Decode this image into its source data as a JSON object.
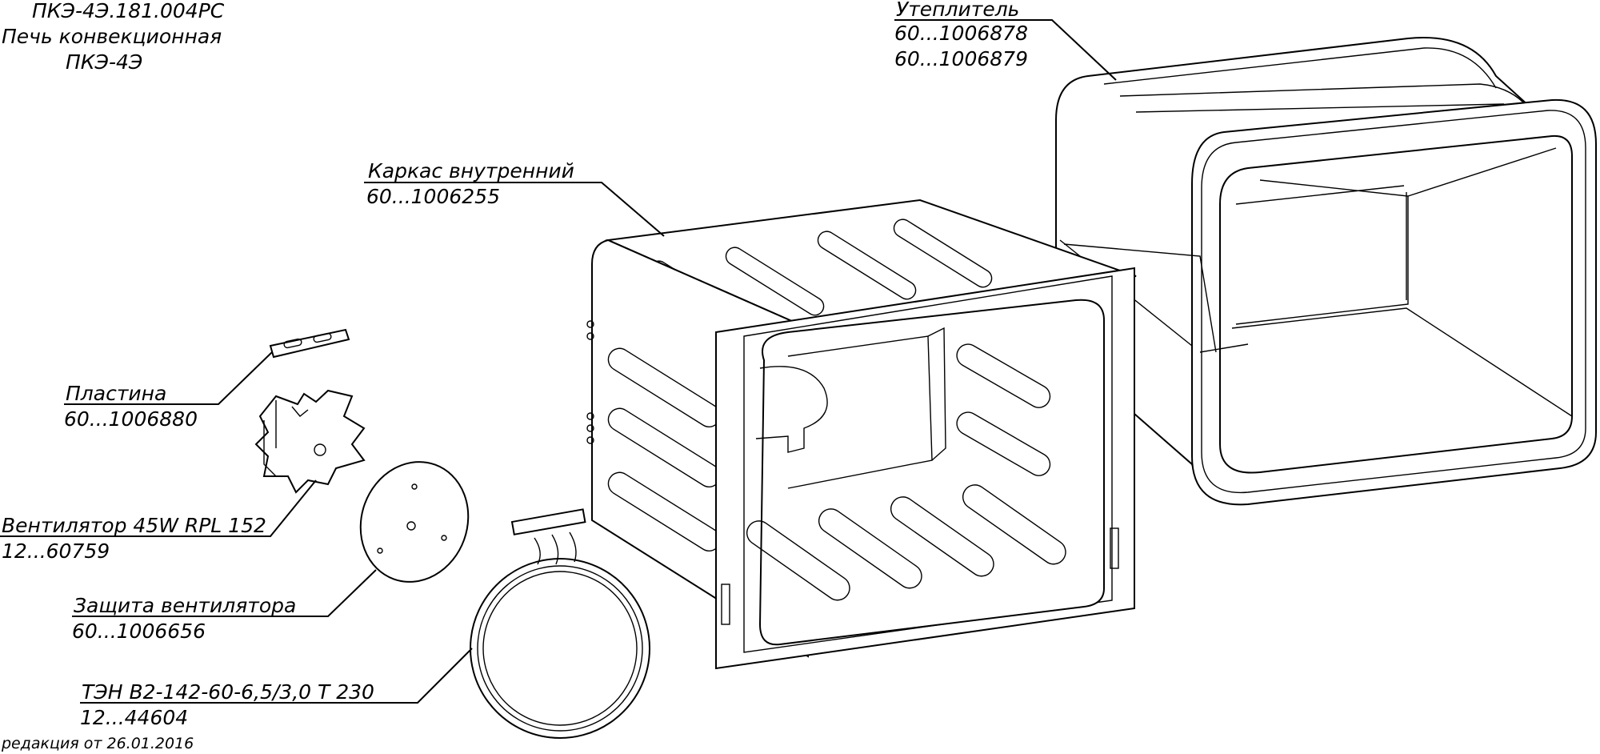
{
  "title": {
    "doc_number": "ПКЭ-4Э.181.004РС",
    "name": "Печь конвекционная",
    "model": "ПКЭ-4Э"
  },
  "revision": "редакция от 26.01.2016",
  "callouts": [
    {
      "id": "insulation",
      "name": "Утеплитель",
      "codes": [
        "60...1006878",
        "60...1006879"
      ]
    },
    {
      "id": "frame",
      "name": "Каркас внутренний",
      "codes": [
        "60...1006255"
      ]
    },
    {
      "id": "plate",
      "name": "Пластина",
      "codes": [
        "60...1006880"
      ]
    },
    {
      "id": "fan",
      "name": "Вентилятор 45W RPL 152",
      "codes": [
        "12...60759"
      ]
    },
    {
      "id": "fan-guard",
      "name": "Защита вентилятора",
      "codes": [
        "60...1006656"
      ]
    },
    {
      "id": "heater",
      "name": "ТЭН В2-142-60-6,5/3,0 Т 230",
      "codes": [
        "12...44604"
      ]
    }
  ]
}
